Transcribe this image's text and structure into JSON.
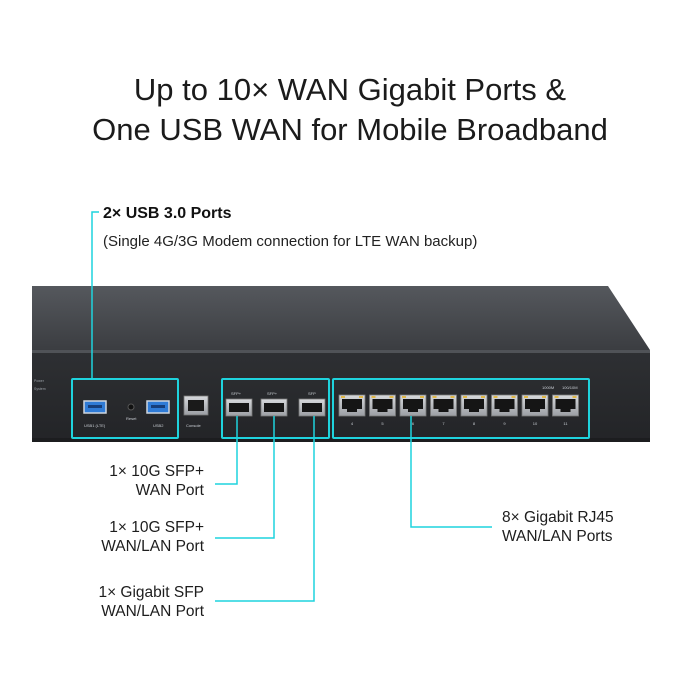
{
  "headline": {
    "line1": "Up to 10× WAN Gigabit Ports &",
    "line2": "One USB WAN for Mobile Broadband"
  },
  "callouts": {
    "usb": {
      "title": "2× USB 3.0 Ports",
      "subtitle": "(Single 4G/3G Modem connection for LTE WAN backup)"
    },
    "sfp_wan": {
      "line1": "1× 10G SFP+",
      "line2": "WAN Port"
    },
    "sfp_wanlan": {
      "line1": "1× 10G SFP+",
      "line2": "WAN/LAN Port"
    },
    "sfp_gigabit": {
      "line1": "1× Gigabit SFP",
      "line2": "WAN/LAN Port"
    },
    "rj45": {
      "line1": "8× Gigabit RJ45",
      "line2": "WAN/LAN Ports"
    }
  },
  "device_labels": {
    "usb1": "USB1 (LTE)",
    "reset": "Reset",
    "usb2": "USB2",
    "console": "Console",
    "sfp_plus_1": "SFP+",
    "sfp_plus_2": "SFP+",
    "sfp": "SFP",
    "led_1000m": "1000M",
    "led_100m": "100/10M",
    "port_numbers": [
      "4",
      "5",
      "6",
      "7",
      "8",
      "9",
      "10",
      "11"
    ]
  },
  "colors": {
    "accent": "#1fd3dd",
    "device_body": "#3a3c40",
    "device_face": "#2a2b2e"
  }
}
